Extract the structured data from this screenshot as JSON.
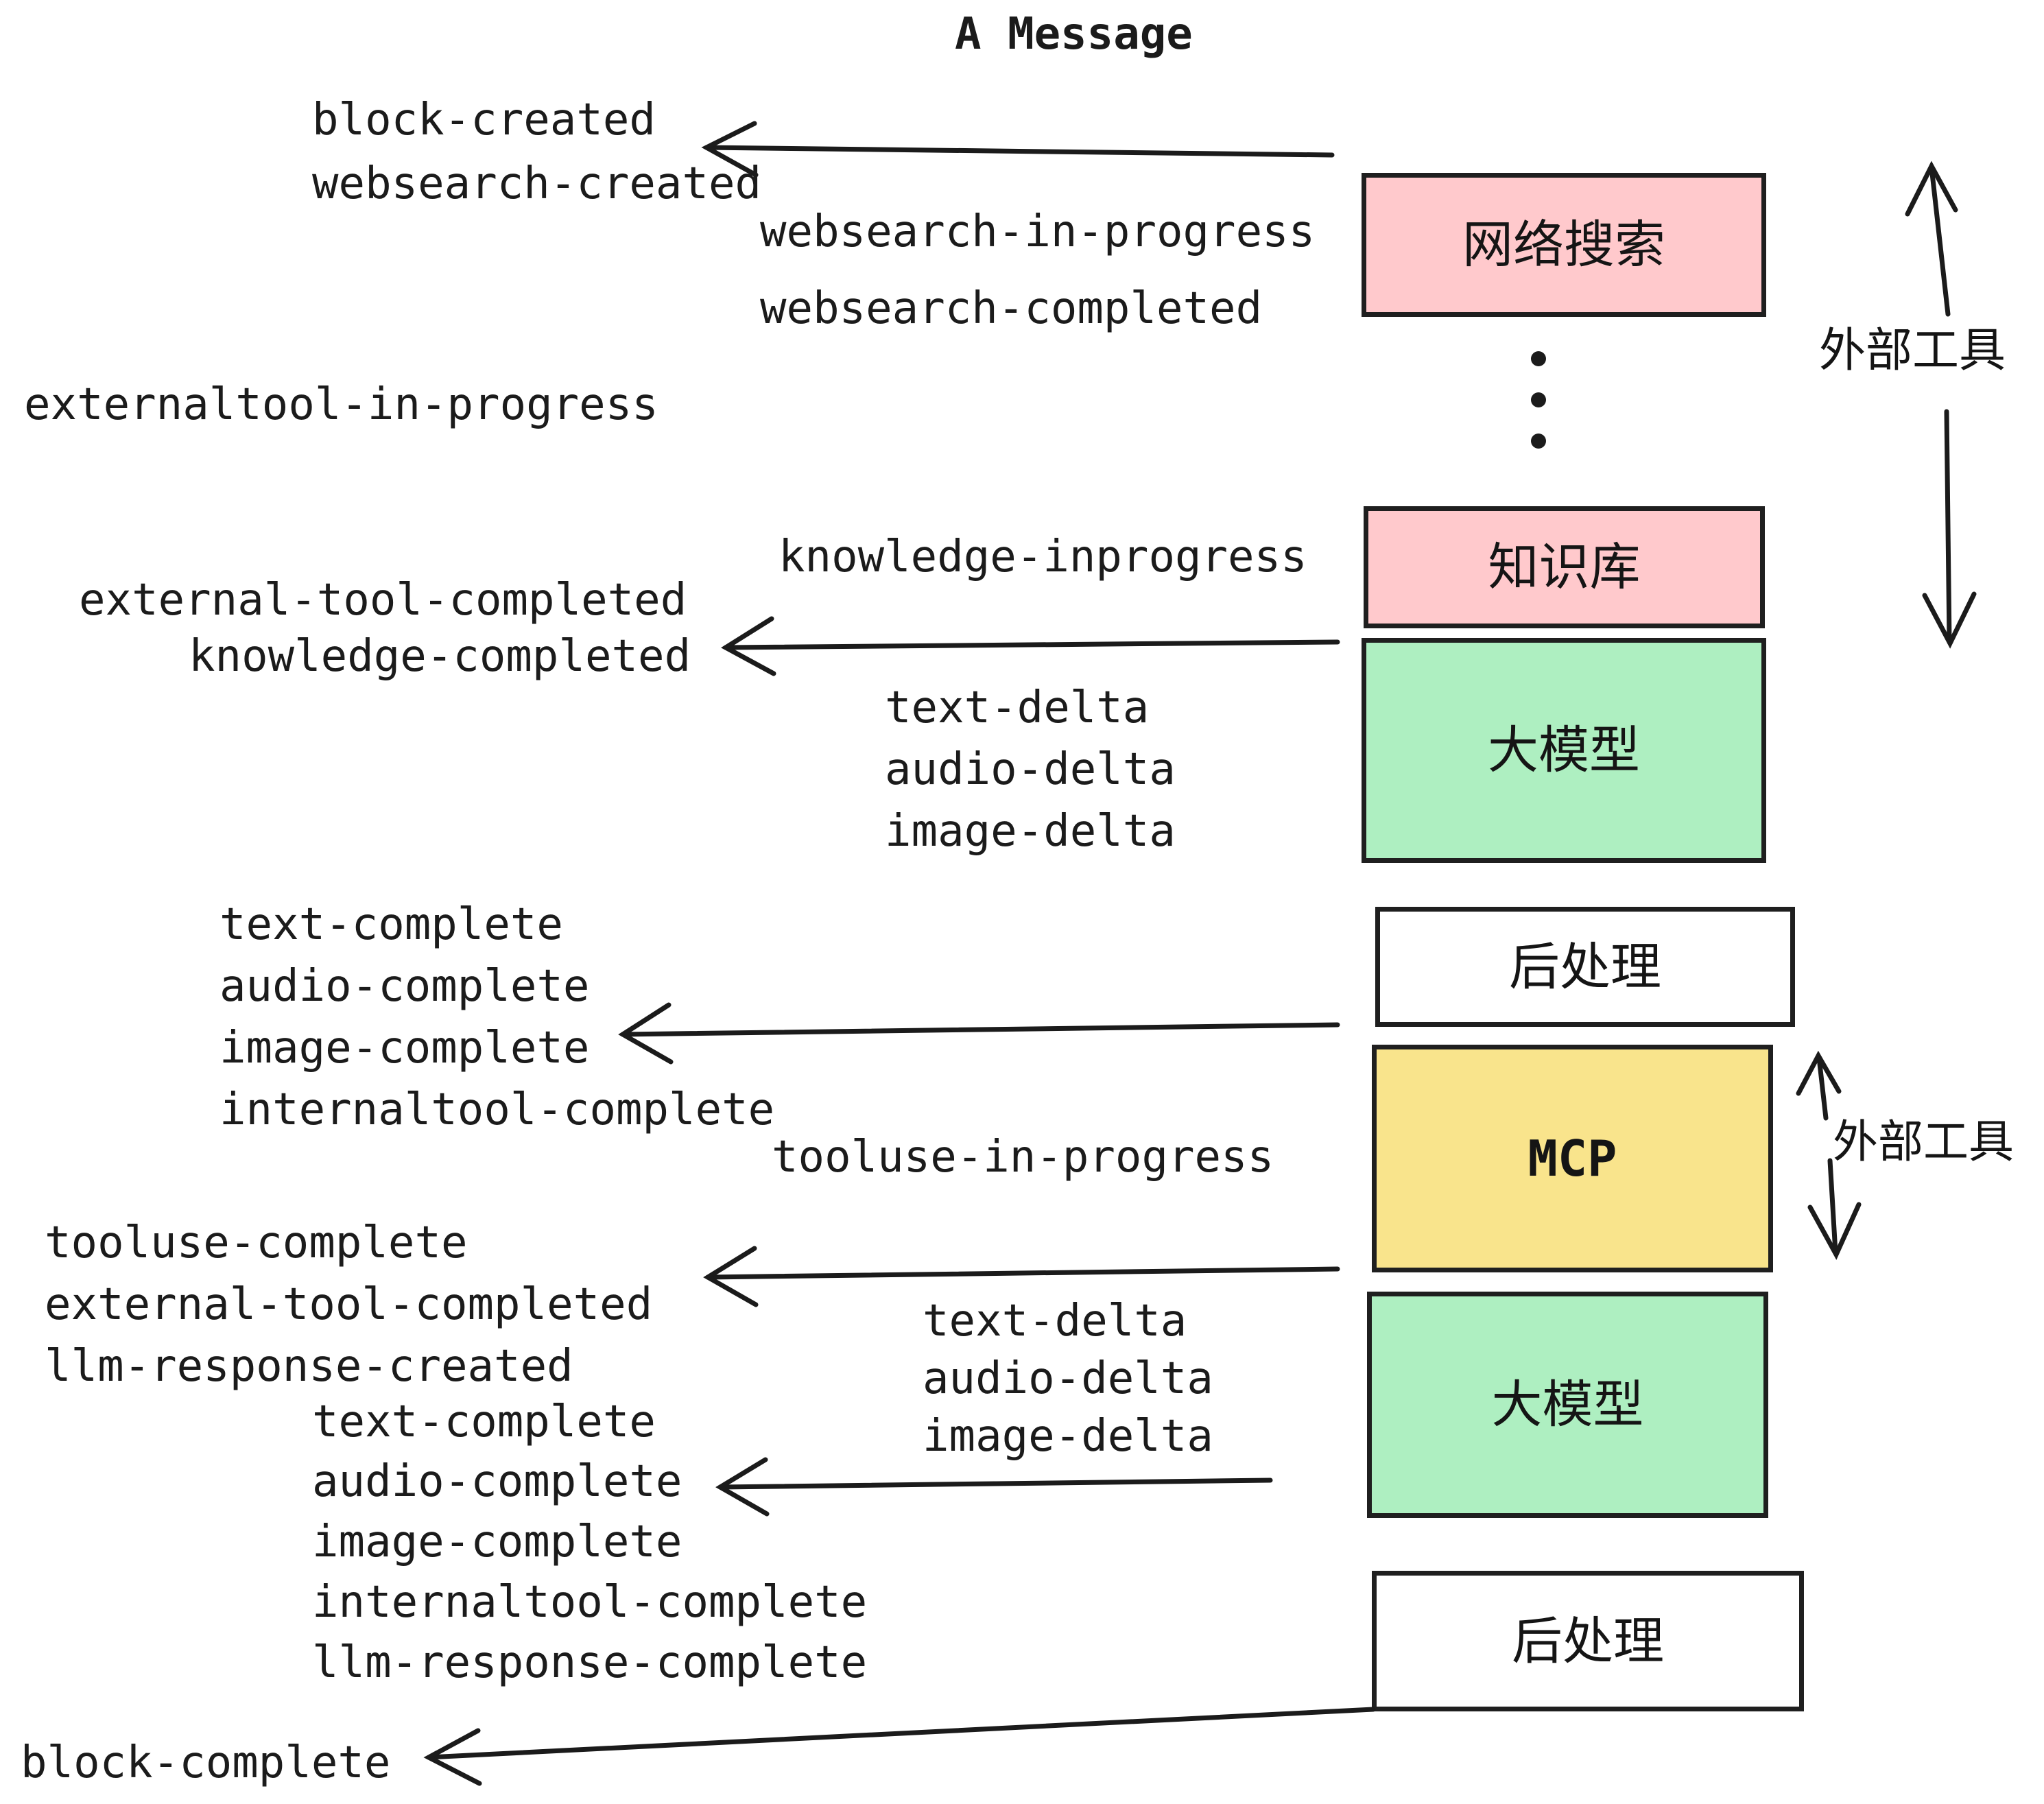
{
  "title": "A Message",
  "events": [
    {
      "label": "block-created"
    },
    {
      "label": "websearch-created"
    },
    {
      "label": "websearch-in-progress"
    },
    {
      "label": "websearch-completed"
    },
    {
      "label": "externaltool-in-progress"
    },
    {
      "label": "knowledge-inprogress"
    },
    {
      "label": "external-tool-completed"
    },
    {
      "label": "knowledge-completed"
    },
    {
      "label": "text-delta"
    },
    {
      "label": "audio-delta"
    },
    {
      "label": "image-delta"
    },
    {
      "label": "text-complete"
    },
    {
      "label": "audio-complete"
    },
    {
      "label": "image-complete"
    },
    {
      "label": "internaltool-complete"
    },
    {
      "label": "tooluse-in-progress"
    },
    {
      "label": "tooluse-complete"
    },
    {
      "label": "external-tool-completed"
    },
    {
      "label": "llm-response-created"
    },
    {
      "label": "text-delta"
    },
    {
      "label": "audio-delta"
    },
    {
      "label": "image-delta"
    },
    {
      "label": "text-complete"
    },
    {
      "label": "audio-complete"
    },
    {
      "label": "image-complete"
    },
    {
      "label": "internaltool-complete"
    },
    {
      "label": "llm-response-complete"
    },
    {
      "label": "block-complete"
    }
  ],
  "boxes": [
    {
      "id": "websearch",
      "label": "网络搜索",
      "fill": "#ffc9cc"
    },
    {
      "id": "knowledge",
      "label": "知识库",
      "fill": "#ffc9cc"
    },
    {
      "id": "llm-1",
      "label": "大模型",
      "fill": "#aeefc1"
    },
    {
      "id": "postprocess-1",
      "label": "后处理",
      "fill": "#ffffff"
    },
    {
      "id": "mcp",
      "label": "MCP",
      "fill": "#f9e48c"
    },
    {
      "id": "llm-2",
      "label": "大模型",
      "fill": "#aeefc1"
    },
    {
      "id": "postprocess-2",
      "label": "后处理",
      "fill": "#ffffff"
    }
  ],
  "annotations": {
    "external_tools_top": "外部工具",
    "external_tools_bottom": "外部工具"
  },
  "colors": {
    "ink": "#1b1b1b",
    "pink": "#ffc9cc",
    "green": "#aeefc1",
    "yellow": "#f9e48c",
    "white": "#ffffff"
  }
}
